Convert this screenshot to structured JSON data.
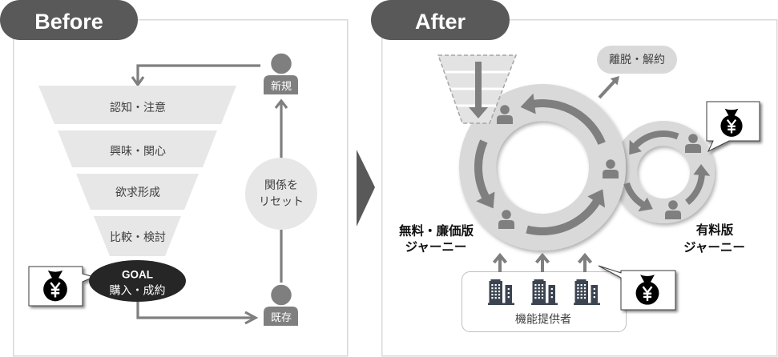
{
  "before": {
    "title": "Before",
    "funnel": {
      "stages": [
        {
          "label": "認知・注意"
        },
        {
          "label": "興味・関心"
        },
        {
          "label": "欲求形成"
        },
        {
          "label": "比較・検討"
        }
      ]
    },
    "goal": {
      "title": "GOAL",
      "label": "購入・成約"
    },
    "customers": {
      "new": "新規",
      "existing": "既存"
    },
    "reset": {
      "lines": [
        "関係を",
        "リセット"
      ]
    },
    "revenue_callout": {
      "attached_to": "goal",
      "icon": "yen-money-bag"
    }
  },
  "transition": {
    "icon": "chevron-right"
  },
  "after": {
    "title": "After",
    "entry_funnel": {
      "icon": "faded-funnel-with-down-arrow"
    },
    "churn": {
      "label": "離脱・解約"
    },
    "free_journey": {
      "lines": [
        "無料・廉価版",
        "ジャーニー"
      ],
      "cycle_direction": "counterclockwise"
    },
    "paid_journey": {
      "lines": [
        "有料版",
        "ジャーニー"
      ],
      "cycle_direction": "counterclockwise"
    },
    "providers": {
      "label": "機能提供者",
      "icon": "office-building"
    },
    "revenue_callouts": [
      {
        "attached_to": "paid_journey",
        "icon": "yen-money-bag"
      },
      {
        "attached_to": "providers",
        "icon": "yen-money-bag"
      }
    ]
  },
  "icons": {
    "customer": "person",
    "revenue": "yen-money-bag",
    "provider": "office-building",
    "transition": "chevron-right",
    "cycle_arrow": "curved-arrow"
  },
  "colors": {
    "panel_border": "#d9d9d9",
    "title_pill": "#595959",
    "title_text": "#ffffff",
    "funnel_fill": "#e7e7e7",
    "faded_funnel_fill": "#e3e3e3",
    "faded_funnel_outline": "#a6a6a6",
    "connector": "#7f7f7f",
    "goal_fill": "#262626",
    "goal_text": "#ffffff",
    "reset_circle": "#e7e7e7",
    "person": "#7f7f7f",
    "ring_fill": "#d9d9d9",
    "ring_arrow": "#7f7f7f",
    "churn_pill": "#d9d9d9",
    "building": "#3b4450",
    "callout_border": "#3a3a3a",
    "money_bag": "#000000",
    "label_text": "#404040",
    "journey_text": "#111111",
    "provider_box_border": "#bfbfbf"
  }
}
